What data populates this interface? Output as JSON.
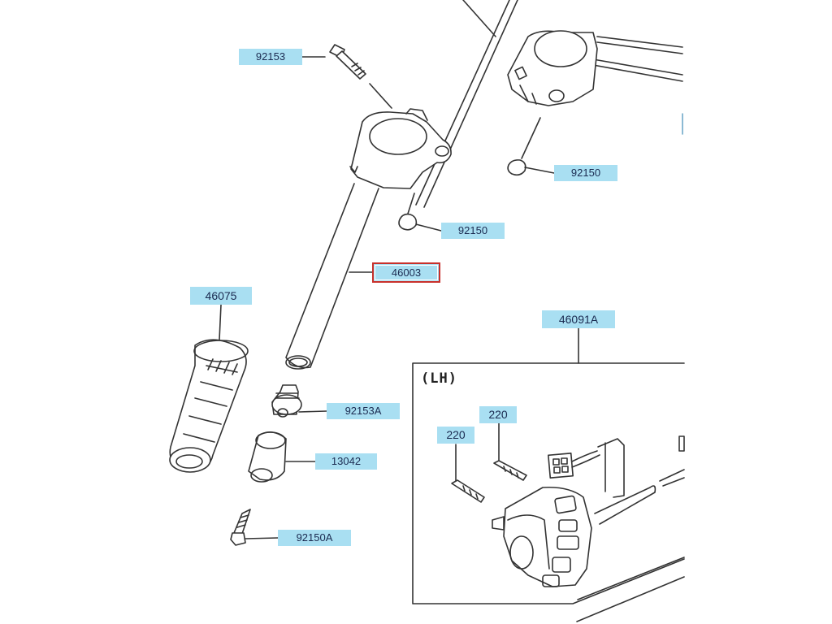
{
  "diagram": {
    "box_title": "(LH)",
    "label_color": "#a9dff2",
    "selected_border_color": "#c8302b",
    "line_color": "#333333",
    "labels": [
      {
        "id": "92153",
        "text": "92153",
        "selected": false
      },
      {
        "id": "92150-top",
        "text": "92150",
        "selected": false
      },
      {
        "id": "92150-mid",
        "text": "92150",
        "selected": false
      },
      {
        "id": "46003",
        "text": "46003",
        "selected": true
      },
      {
        "id": "46075",
        "text": "46075",
        "selected": false
      },
      {
        "id": "46091A",
        "text": "46091A",
        "selected": false
      },
      {
        "id": "92153A",
        "text": "92153A",
        "selected": false
      },
      {
        "id": "13042",
        "text": "13042",
        "selected": false
      },
      {
        "id": "92150A",
        "text": "92150A",
        "selected": false
      },
      {
        "id": "220-right",
        "text": "220",
        "selected": false
      },
      {
        "id": "220-left",
        "text": "220",
        "selected": false
      }
    ]
  }
}
